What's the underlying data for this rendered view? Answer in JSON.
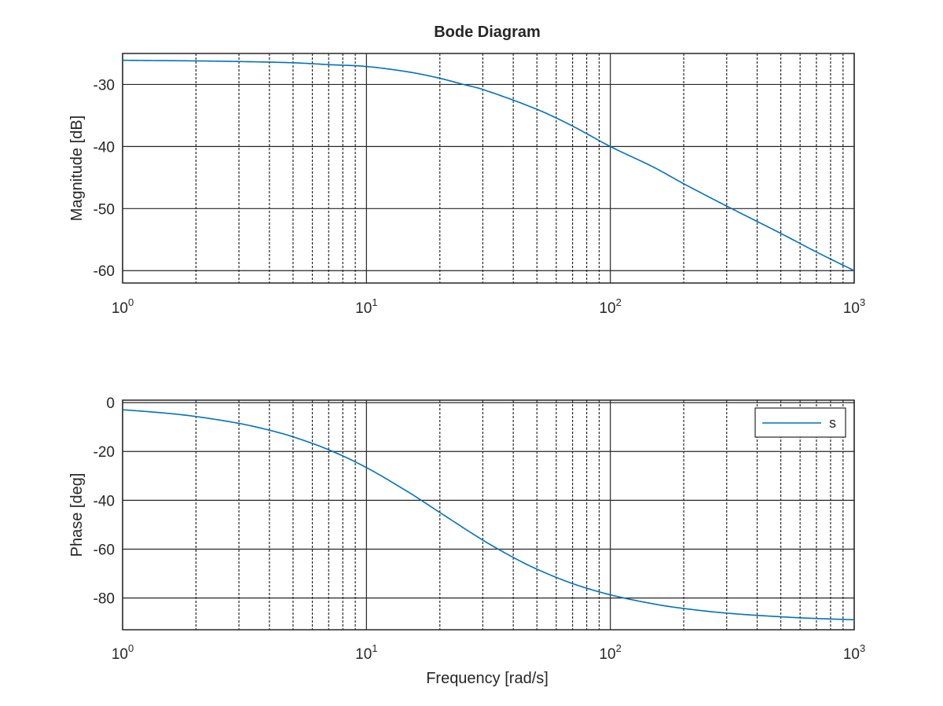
{
  "chart_data": [
    {
      "type": "line",
      "title": "Bode Diagram",
      "xlabel": "",
      "ylabel": "Magnitude [dB]",
      "xscale": "log",
      "xlim": [
        1,
        1000
      ],
      "ylim": [
        -62,
        -25
      ],
      "grid": true,
      "x_ticks": [
        {
          "base": "10",
          "exp": "0"
        },
        {
          "base": "10",
          "exp": "1"
        },
        {
          "base": "10",
          "exp": "2"
        },
        {
          "base": "10",
          "exp": "3"
        }
      ],
      "y_ticks": [
        "-30",
        "-40",
        "-50",
        "-60"
      ],
      "series": [
        {
          "color": "#0072bd",
          "x": [
            1,
            2,
            3,
            5,
            7,
            10,
            15,
            20,
            25,
            30,
            50,
            70,
            100,
            150,
            200,
            300,
            500,
            700,
            1000
          ],
          "y": [
            -26.1,
            -26.2,
            -26.3,
            -26.5,
            -26.8,
            -27.1,
            -28.0,
            -29.0,
            -30.0,
            -30.8,
            -34.0,
            -36.7,
            -40.0,
            -43.3,
            -46.0,
            -49.6,
            -54.0,
            -57.0,
            -60.0
          ]
        }
      ]
    },
    {
      "type": "line",
      "title": "",
      "xlabel": "Frequency [rad/s]",
      "ylabel": "Phase [deg]",
      "xscale": "log",
      "xlim": [
        1,
        1000
      ],
      "ylim": [
        -93,
        1
      ],
      "grid": true,
      "legend": "top-right",
      "x_ticks": [
        {
          "base": "10",
          "exp": "0"
        },
        {
          "base": "10",
          "exp": "1"
        },
        {
          "base": "10",
          "exp": "2"
        },
        {
          "base": "10",
          "exp": "3"
        }
      ],
      "y_ticks": [
        "0",
        "-20",
        "-40",
        "-60",
        "-80"
      ],
      "series": [
        {
          "name": "s",
          "color": "#0072bd",
          "x": [
            1,
            1.5,
            2,
            3,
            4,
            5,
            7,
            10,
            15,
            20,
            30,
            40,
            50,
            70,
            100,
            150,
            200,
            300,
            500,
            700,
            1000
          ],
          "y": [
            -2.9,
            -4.3,
            -5.7,
            -8.5,
            -11.3,
            -14.0,
            -19.3,
            -26.6,
            -36.9,
            -45.0,
            -56.3,
            -63.4,
            -68.2,
            -74.1,
            -78.7,
            -82.4,
            -84.3,
            -86.2,
            -87.7,
            -88.4,
            -88.9
          ]
        }
      ]
    }
  ]
}
